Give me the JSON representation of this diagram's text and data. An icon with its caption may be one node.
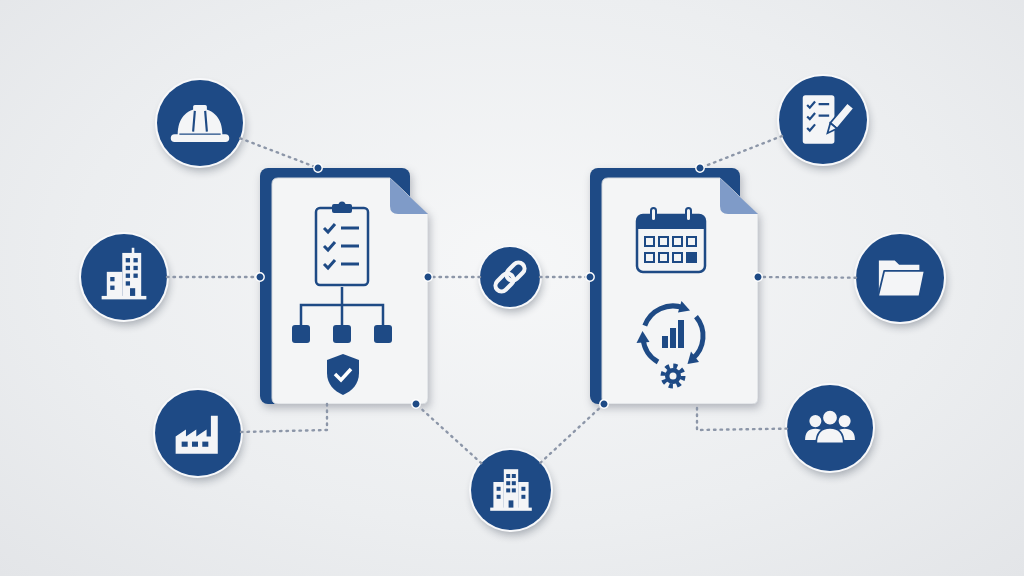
{
  "diagram": {
    "nodes": [
      {
        "text": [],
        "shape": "circle"
      },
      {
        "text": [],
        "shape": "circle"
      },
      {
        "text": [],
        "shape": "circle"
      },
      {
        "text": [],
        "shape": "document"
      },
      {
        "text": [],
        "shape": "circle"
      },
      {
        "text": [],
        "shape": "document"
      },
      {
        "text": [],
        "shape": "circle"
      },
      {
        "text": [],
        "shape": "circle"
      },
      {
        "text": [],
        "shape": "circle"
      },
      {
        "text": [],
        "shape": "circle"
      }
    ],
    "edges": [
      {
        "from": 0,
        "to": 3,
        "arrow": "other",
        "style": "dashed"
      },
      {
        "from": 1,
        "to": 5,
        "arrow": "other",
        "style": "dashed"
      },
      {
        "from": 2,
        "to": 3,
        "arrow": "other",
        "style": "dashed"
      },
      {
        "from": 4,
        "to": 3,
        "arrow": "other",
        "style": "dashed"
      },
      {
        "from": 4,
        "to": 5,
        "arrow": "other",
        "style": "dashed"
      },
      {
        "from": 6,
        "to": 5,
        "arrow": "other",
        "style": "dashed"
      },
      {
        "from": 7,
        "to": 3,
        "arrow": "none",
        "style": "dashed"
      },
      {
        "from": 8,
        "to": 5,
        "arrow": "none",
        "style": "dashed"
      },
      {
        "from": 9,
        "to": 3,
        "arrow": "other",
        "style": "dashed"
      },
      {
        "from": 9,
        "to": 5,
        "arrow": "other",
        "style": "dashed"
      }
    ]
  }
}
